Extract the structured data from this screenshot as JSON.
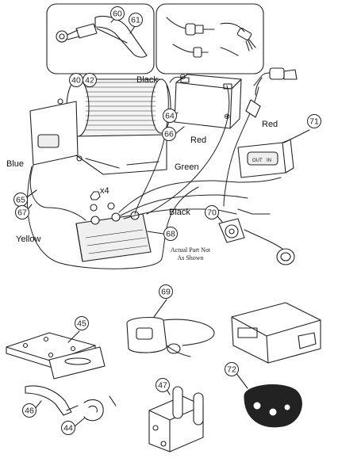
{
  "callouts": [
    "60",
    "61",
    "40",
    "42",
    "64",
    "66",
    "71",
    "65",
    "67",
    "68",
    "70",
    "69",
    "45",
    "46",
    "44",
    "47",
    "72"
  ],
  "wire_labels": {
    "black_top": "Black",
    "red_top": "Red",
    "red_right": "Red",
    "blue": "Blue",
    "green": "Green",
    "black_mid": "Black",
    "yellow": "Yellow"
  },
  "quantity_label": "x4",
  "note": {
    "line1": "Actual Part Not",
    "line2": "As Shown"
  },
  "switch_labels": {
    "out": "OUT",
    "in": "IN"
  },
  "battery_symbols": {
    "neg": "⊖",
    "pos": "⊕"
  }
}
